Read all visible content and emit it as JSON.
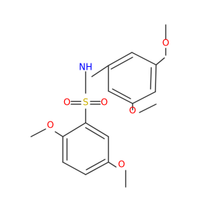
{
  "molecule": {
    "atom_labels": {
      "o_top": "O",
      "nh": "NH",
      "s": "S",
      "o_s_left": "O",
      "o_s_right": "O",
      "o_right_mid": "O",
      "o_left_mid": "O",
      "o_bottom": "O"
    },
    "colors": {
      "bond": "#3b3b3b",
      "oxygen": "#ff0000",
      "nitrogen": "#0000ff",
      "sulfur": "#ccb000"
    }
  }
}
